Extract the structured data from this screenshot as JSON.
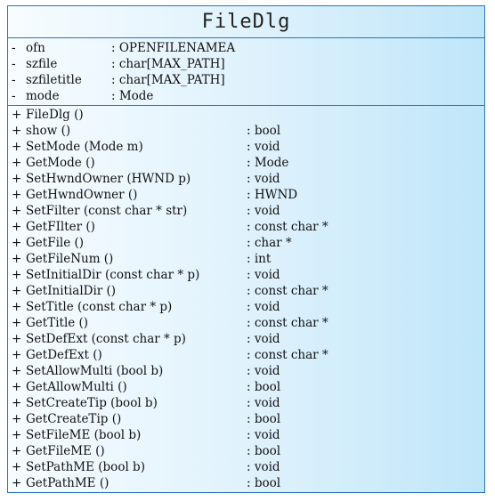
{
  "class_name": "FileDlg",
  "attributes": [
    {
      "vis": "-",
      "name": "ofn",
      "type": ": OPENFILENAMEA"
    },
    {
      "vis": "-",
      "name": "szfile",
      "type": ": char[MAX_PATH]"
    },
    {
      "vis": "-",
      "name": "szfiletitle",
      "type": ": char[MAX_PATH]"
    },
    {
      "vis": "-",
      "name": "mode",
      "type": ": Mode"
    }
  ],
  "operations": [
    {
      "vis": "+",
      "name": "FileDlg ()",
      "type": ""
    },
    {
      "vis": "+",
      "name": "show ()",
      "type": ": bool"
    },
    {
      "vis": "+",
      "name": "SetMode (Mode m)",
      "type": ": void"
    },
    {
      "vis": "+",
      "name": "GetMode ()",
      "type": ": Mode"
    },
    {
      "vis": "+",
      "name": "SetHwndOwner (HWND p)",
      "type": ": void"
    },
    {
      "vis": "+",
      "name": "GetHwndOwner ()",
      "type": ": HWND"
    },
    {
      "vis": "+",
      "name": "SetFilter (const char * str)",
      "type": ": void"
    },
    {
      "vis": "+",
      "name": "GetFIlter ()",
      "type": ": const char *"
    },
    {
      "vis": "+",
      "name": "GetFile ()",
      "type": ": char *"
    },
    {
      "vis": "+",
      "name": "GetFileNum ()",
      "type": ": int"
    },
    {
      "vis": "+",
      "name": "SetInitialDir (const char * p)",
      "type": ": void"
    },
    {
      "vis": "+",
      "name": "GetInitialDir ()",
      "type": ": const char *"
    },
    {
      "vis": "+",
      "name": "SetTitle (const char * p)",
      "type": ": void"
    },
    {
      "vis": "+",
      "name": "GetTitle ()",
      "type": ": const char *"
    },
    {
      "vis": "+",
      "name": "SetDefExt (const char * p)",
      "type": ": void"
    },
    {
      "vis": "+",
      "name": "GetDefExt ()",
      "type": ": const char *"
    },
    {
      "vis": "+",
      "name": "SetAllowMulti (bool b)",
      "type": ": void"
    },
    {
      "vis": "+",
      "name": "GetAllowMulti ()",
      "type": ": bool"
    },
    {
      "vis": "+",
      "name": "SetCreateTip (bool b)",
      "type": ": void"
    },
    {
      "vis": "+",
      "name": "GetCreateTip ()",
      "type": ": bool"
    },
    {
      "vis": "+",
      "name": "SetFileME (bool b)",
      "type": ": void"
    },
    {
      "vis": "+",
      "name": "GetFileME ()",
      "type": ": bool"
    },
    {
      "vis": "+",
      "name": "SetPathME (bool b)",
      "type": ": void"
    },
    {
      "vis": "+",
      "name": "GetPathME ()",
      "type": ": bool"
    }
  ],
  "colors": {
    "border": "#2a74c2",
    "fill_light": "#f7fcff",
    "fill_dark": "#bfe6f9"
  }
}
